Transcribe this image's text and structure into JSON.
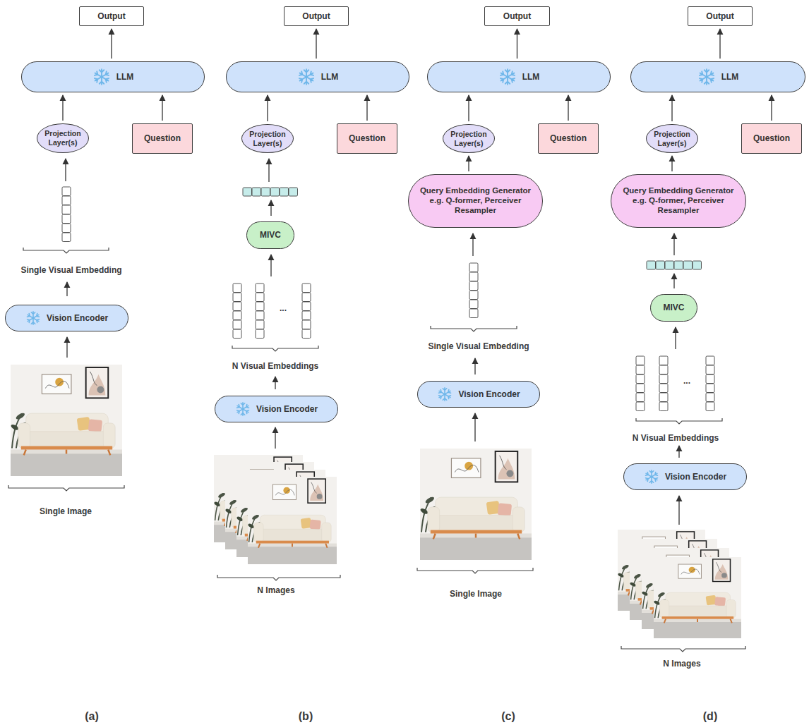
{
  "diagram": {
    "nodes": [
      {
        "text": [
          "Output"
        ]
      },
      {
        "text": [
          "LLM"
        ]
      },
      {
        "text": [
          "Projection Layer(s)"
        ]
      },
      {
        "text": [
          "Question"
        ]
      },
      {
        "text": [
          "Vision Encoder"
        ]
      },
      {
        "text": [
          "Output"
        ]
      },
      {
        "text": [
          "LLM"
        ]
      },
      {
        "text": [
          "Projection Layer(s)"
        ]
      },
      {
        "text": [
          "Question"
        ]
      },
      {
        "text": [
          "MIVC"
        ]
      },
      {
        "text": [
          "Vision Encoder"
        ]
      },
      {
        "text": [
          "Output"
        ]
      },
      {
        "text": [
          "LLM"
        ]
      },
      {
        "text": [
          "Projection Layer(s)"
        ]
      },
      {
        "text": [
          "Question"
        ]
      },
      {
        "text": [
          "Query Embedding Generator e.g. Q-former, Perceiver Resampler"
        ]
      },
      {
        "text": [
          "Vision Encoder"
        ]
      },
      {
        "text": [
          "Output"
        ]
      },
      {
        "text": [
          "LLM"
        ]
      },
      {
        "text": [
          "Projection Layer(s)"
        ]
      },
      {
        "text": [
          "Question"
        ]
      },
      {
        "text": [
          "Query Embedding Generator e.g. Q-former, Perceiver Resampler"
        ]
      },
      {
        "text": [
          "MIVC"
        ]
      },
      {
        "text": [
          "Vision Encoder"
        ]
      }
    ],
    "edges": [
      {
        "from": 1,
        "to": 0,
        "arrow": "to"
      },
      {
        "from": 2,
        "to": 1,
        "arrow": "to"
      },
      {
        "from": 3,
        "to": 1,
        "arrow": "to"
      },
      {
        "from": 6,
        "to": 5,
        "arrow": "to"
      },
      {
        "from": 7,
        "to": 6,
        "arrow": "to"
      },
      {
        "from": 8,
        "to": 6,
        "arrow": "to"
      },
      {
        "from": 12,
        "to": 11,
        "arrow": "to"
      },
      {
        "from": 13,
        "to": 12,
        "arrow": "to"
      },
      {
        "from": 14,
        "to": 12,
        "arrow": "to"
      },
      {
        "from": 15,
        "to": 13,
        "arrow": "to"
      },
      {
        "from": 18,
        "to": 17,
        "arrow": "to"
      },
      {
        "from": 19,
        "to": 18,
        "arrow": "to"
      },
      {
        "from": 20,
        "to": 18,
        "arrow": "to"
      },
      {
        "from": 21,
        "to": 19,
        "arrow": "to"
      }
    ],
    "labels": [
      "Single Visual Embedding",
      "Single Image",
      "(a)",
      "N Visual Embeddings",
      "...",
      "N Images",
      "(b)",
      "Single Visual Embedding",
      "Single Image",
      "(c)",
      "N Visual Embeddings",
      "...",
      "N Images",
      "(d)"
    ]
  }
}
